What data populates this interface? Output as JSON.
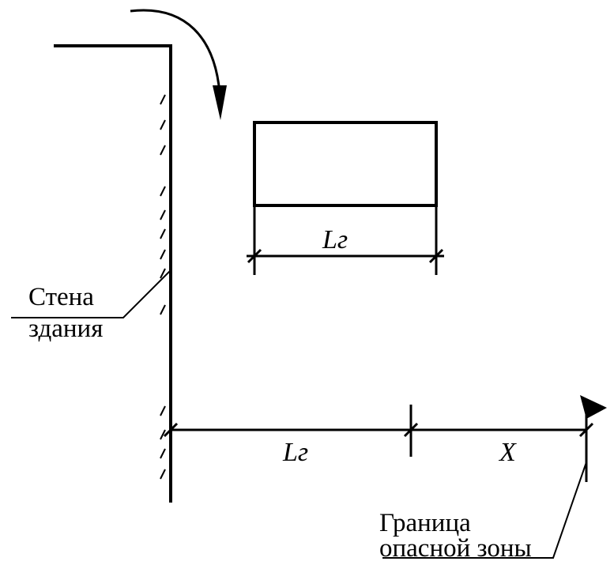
{
  "labels": {
    "wall_line1": "Стена",
    "wall_line2": "здания",
    "load_dimension": "Lг",
    "ground_dimension": "Lг",
    "extra_distance": "X",
    "boundary_line1": "Граница",
    "boundary_line2": "опасной зоны"
  }
}
